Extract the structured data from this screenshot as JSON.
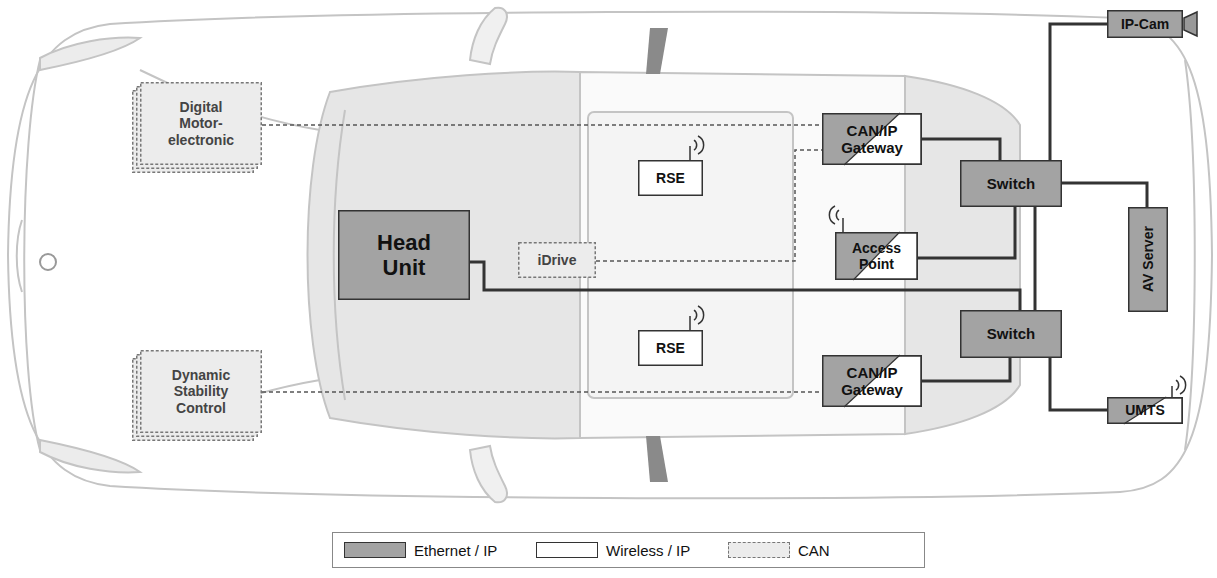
{
  "diagram": {
    "nodes": [
      {
        "text": [
          "Digital Motor-electronic"
        ]
      },
      {
        "text": [
          "Dynamic Stability Control"
        ]
      },
      {
        "text": [
          "Head Unit"
        ]
      },
      {
        "text": [
          "iDrive"
        ]
      },
      {
        "text": [
          "RSE"
        ]
      },
      {
        "text": [
          "RSE"
        ]
      },
      {
        "text": [
          "CAN/IP Gateway"
        ]
      },
      {
        "text": [
          "CAN/IP Gateway"
        ]
      },
      {
        "text": [
          "Access Point"
        ]
      },
      {
        "text": [
          "Switch"
        ]
      },
      {
        "text": [
          "Switch"
        ]
      },
      {
        "text": [
          "IP-Cam"
        ]
      },
      {
        "text": [
          "AV Server"
        ]
      },
      {
        "text": [
          "UMTS"
        ]
      }
    ],
    "edges": [
      {
        "from": 0,
        "to": 6,
        "arrow": "none"
      },
      {
        "from": 3,
        "to": 6,
        "arrow": "none"
      },
      {
        "from": 1,
        "to": 7,
        "arrow": "none"
      },
      {
        "from": 6,
        "to": 9,
        "arrow": "none"
      },
      {
        "from": 8,
        "to": 9,
        "arrow": "none"
      },
      {
        "from": 9,
        "to": 11,
        "arrow": "none"
      },
      {
        "from": 9,
        "to": 12,
        "arrow": "none"
      },
      {
        "from": 9,
        "to": 10,
        "arrow": "none"
      },
      {
        "from": 2,
        "to": 10,
        "arrow": "none"
      },
      {
        "from": 7,
        "to": 10,
        "arrow": "none"
      },
      {
        "from": 10,
        "to": 13,
        "arrow": "none"
      }
    ],
    "legend": [
      {
        "text": "Ethernet / IP",
        "color": "#a3a3a3"
      },
      {
        "text": "Wireless / IP",
        "color": "#ffffff"
      },
      {
        "text": "CAN"
      }
    ]
  }
}
